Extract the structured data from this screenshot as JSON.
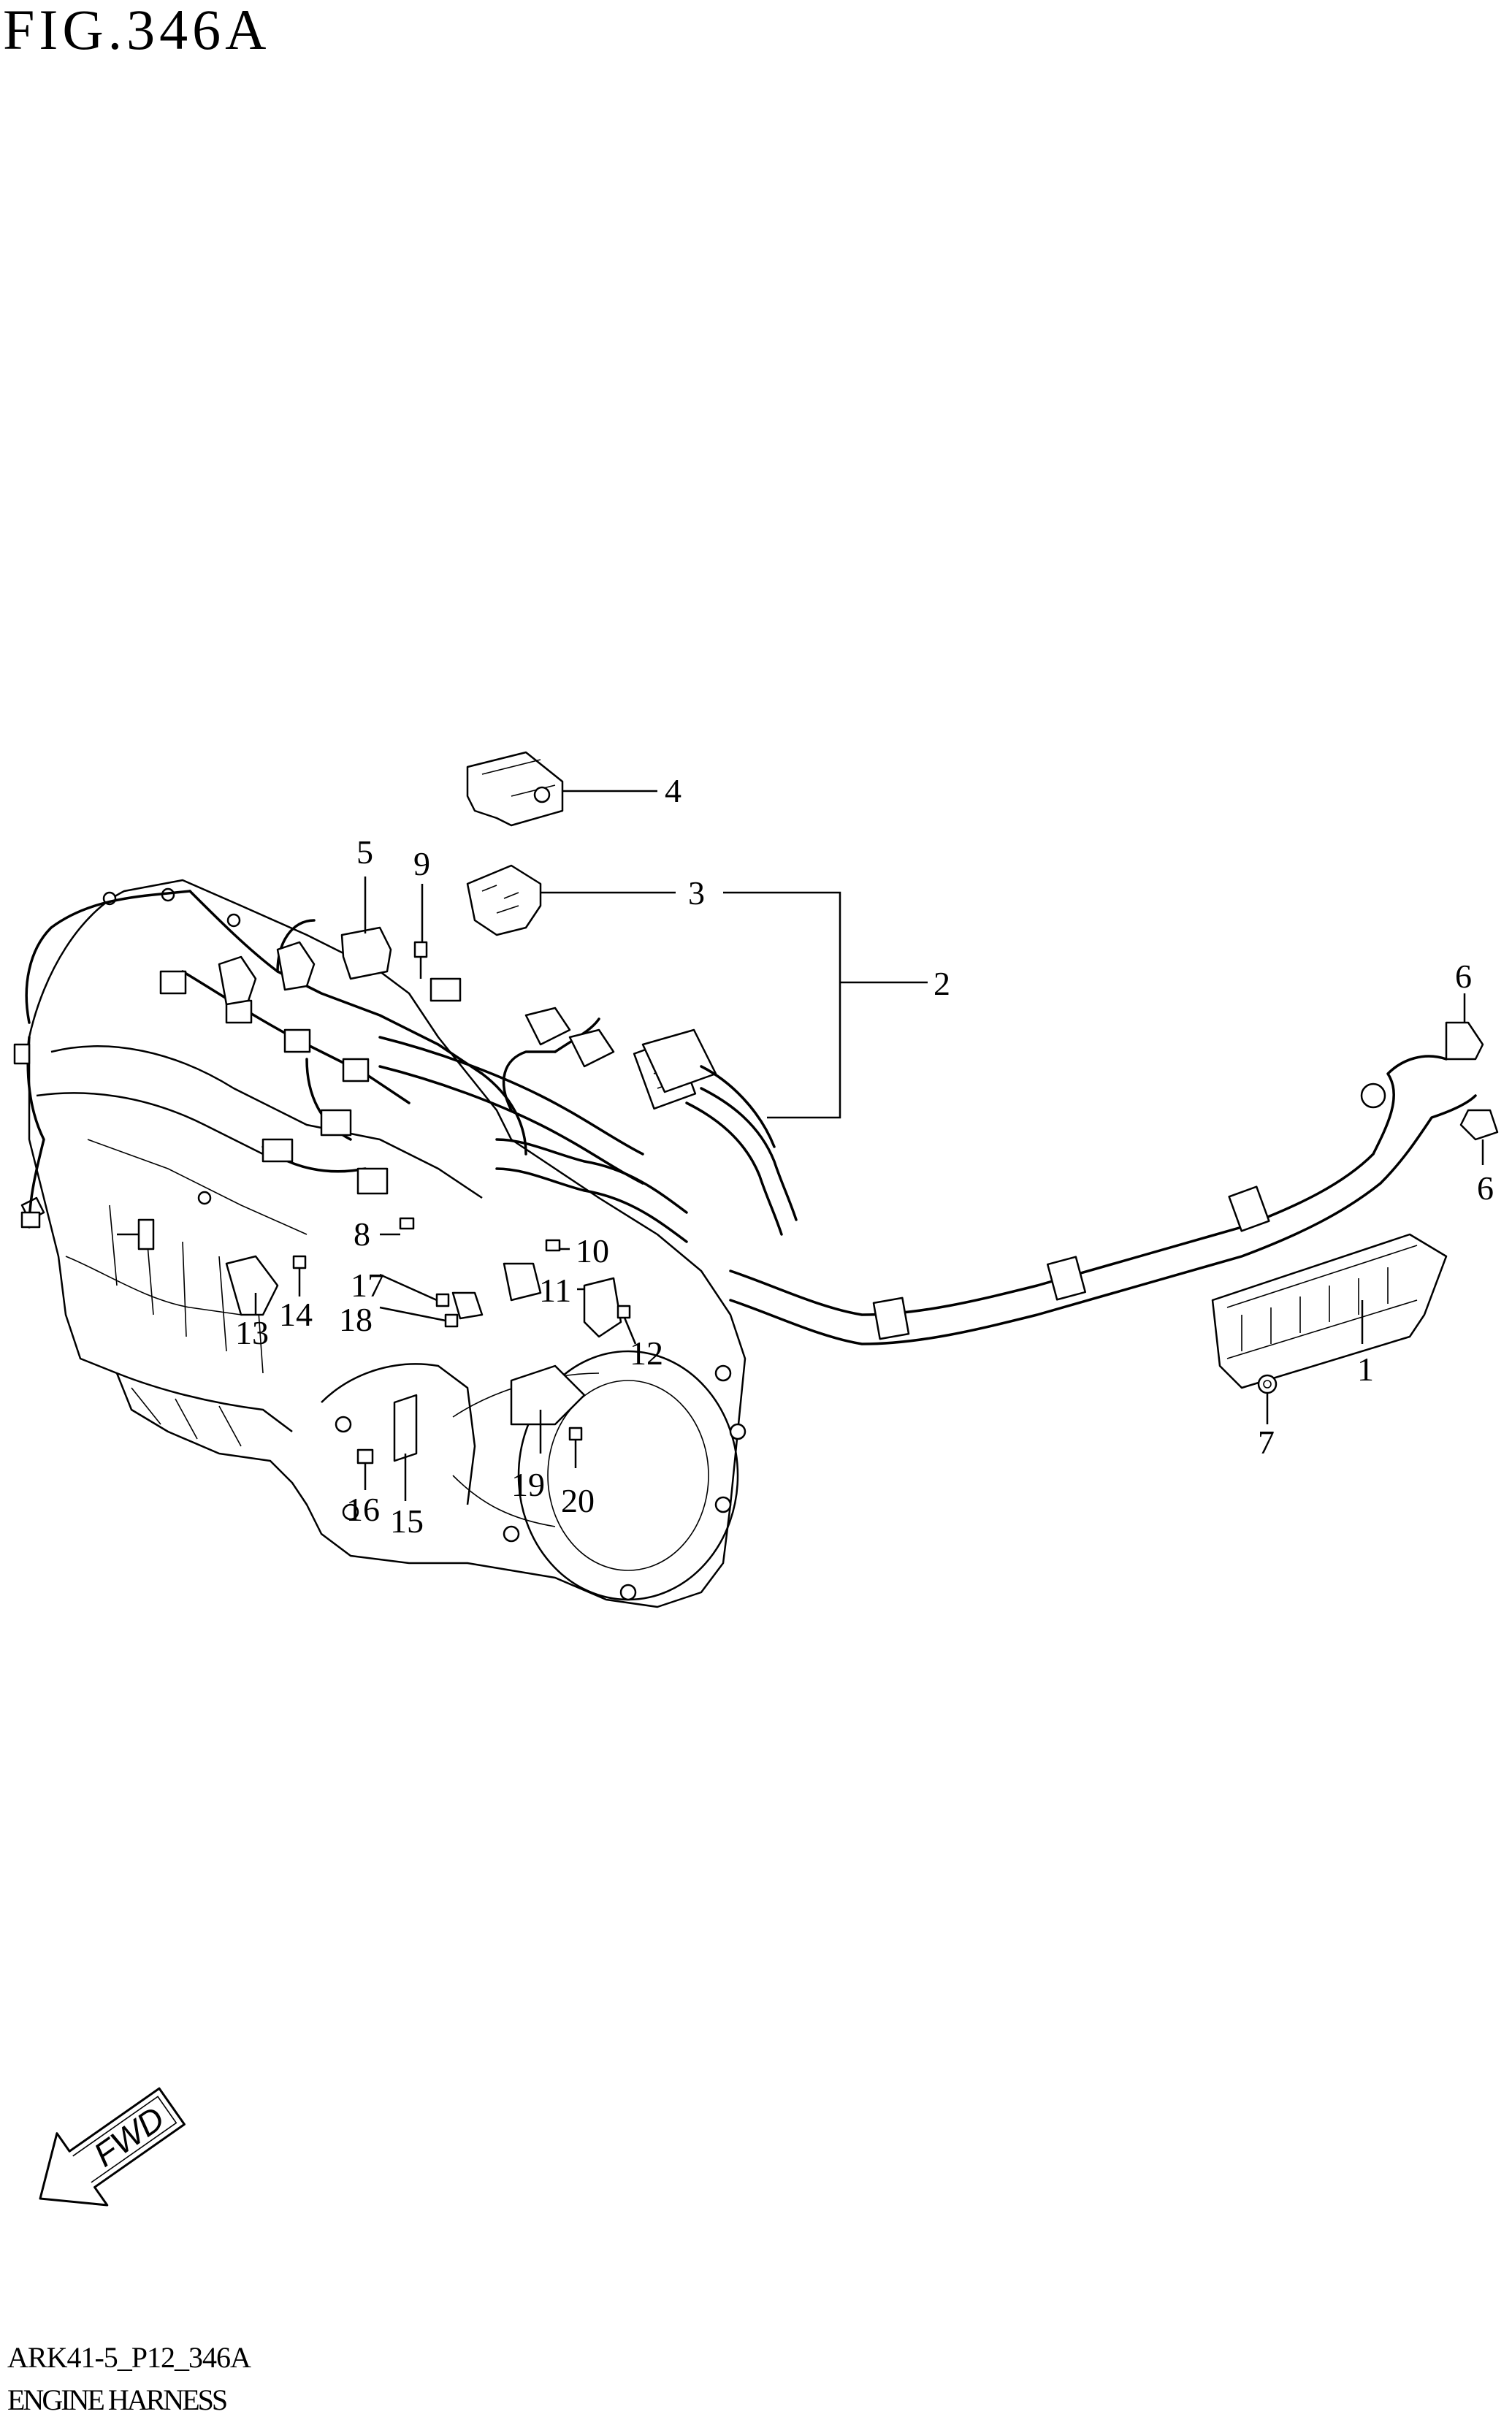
{
  "figure": {
    "title": "FIG.346A"
  },
  "footer": {
    "code": "ARK41-5_P12_346A",
    "name": "ENGINE HARNESS"
  },
  "fwd_label": "FWD",
  "callouts": [
    {
      "id": "c1",
      "label": "1"
    },
    {
      "id": "c2",
      "label": "2"
    },
    {
      "id": "c3",
      "label": "3"
    },
    {
      "id": "c4",
      "label": "4"
    },
    {
      "id": "c5",
      "label": "5"
    },
    {
      "id": "c6a",
      "label": "6"
    },
    {
      "id": "c6b",
      "label": "6"
    },
    {
      "id": "c7",
      "label": "7"
    },
    {
      "id": "c8",
      "label": "8"
    },
    {
      "id": "c9",
      "label": "9"
    },
    {
      "id": "c10",
      "label": "10"
    },
    {
      "id": "c11",
      "label": "11"
    },
    {
      "id": "c12",
      "label": "12"
    },
    {
      "id": "c13",
      "label": "13"
    },
    {
      "id": "c14",
      "label": "14"
    },
    {
      "id": "c15",
      "label": "15"
    },
    {
      "id": "c16",
      "label": "16"
    },
    {
      "id": "c17",
      "label": "17"
    },
    {
      "id": "c18",
      "label": "18"
    },
    {
      "id": "c19",
      "label": "19"
    },
    {
      "id": "c20",
      "label": "20"
    }
  ]
}
